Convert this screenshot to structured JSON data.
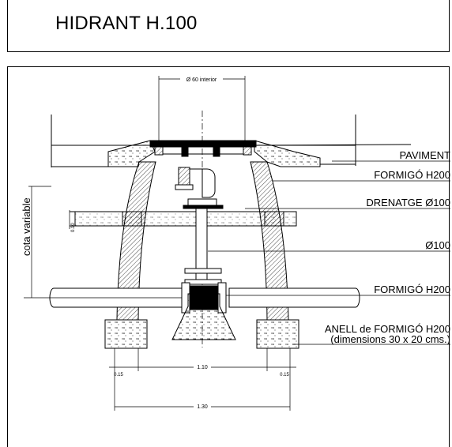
{
  "title": "HIDRANT H.100",
  "labels": {
    "paviment": "PAVIMENT",
    "formigo_top": "FORMIGÓ H200",
    "drenatge": "DRENATGE Ø100",
    "diam100": "Ø100",
    "formigo_mid": "FORMIGÓ H200",
    "anell_line1": "ANELL de FORMIGÓ H200",
    "anell_line2": "(dimensions 30 x 20 cms.)"
  },
  "dimensions": {
    "top_opening": "Ø 60 interior",
    "cota": "cota variable",
    "drain_thickness": "0.10",
    "left_wall": "0.15",
    "right_wall": "0.15",
    "inner_width": "1.10",
    "outer_width": "1.30"
  }
}
